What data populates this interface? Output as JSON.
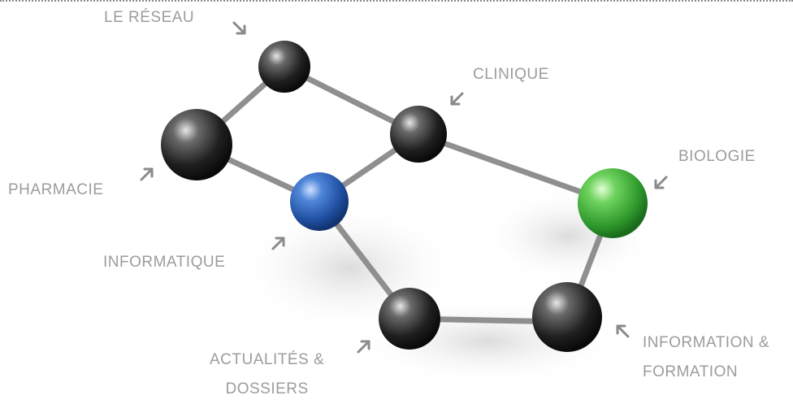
{
  "labels": {
    "reseau": "LE RÉSEAU",
    "clinique": "CLINIQUE",
    "biologie": "BIOLOGIE",
    "pharmacie": "PHARMACIE",
    "informatique": "INFORMATIQUE",
    "actualites_line1": "ACTUALITÉS &",
    "actualites_line2": "DOSSIERS",
    "information_line1": "INFORMATION &",
    "information_line2": "FORMATION"
  },
  "icons": {
    "arrow": "diagonal-arrow-icon",
    "node": "sphere-node-icon"
  },
  "colors": {
    "node_dark": "#2b2b2b",
    "node_blue": "#2f5fb0",
    "node_green": "#3fa83f",
    "link": "#8f8f8f",
    "label": "#9c9c9c",
    "arrow": "#8a8a8a"
  }
}
